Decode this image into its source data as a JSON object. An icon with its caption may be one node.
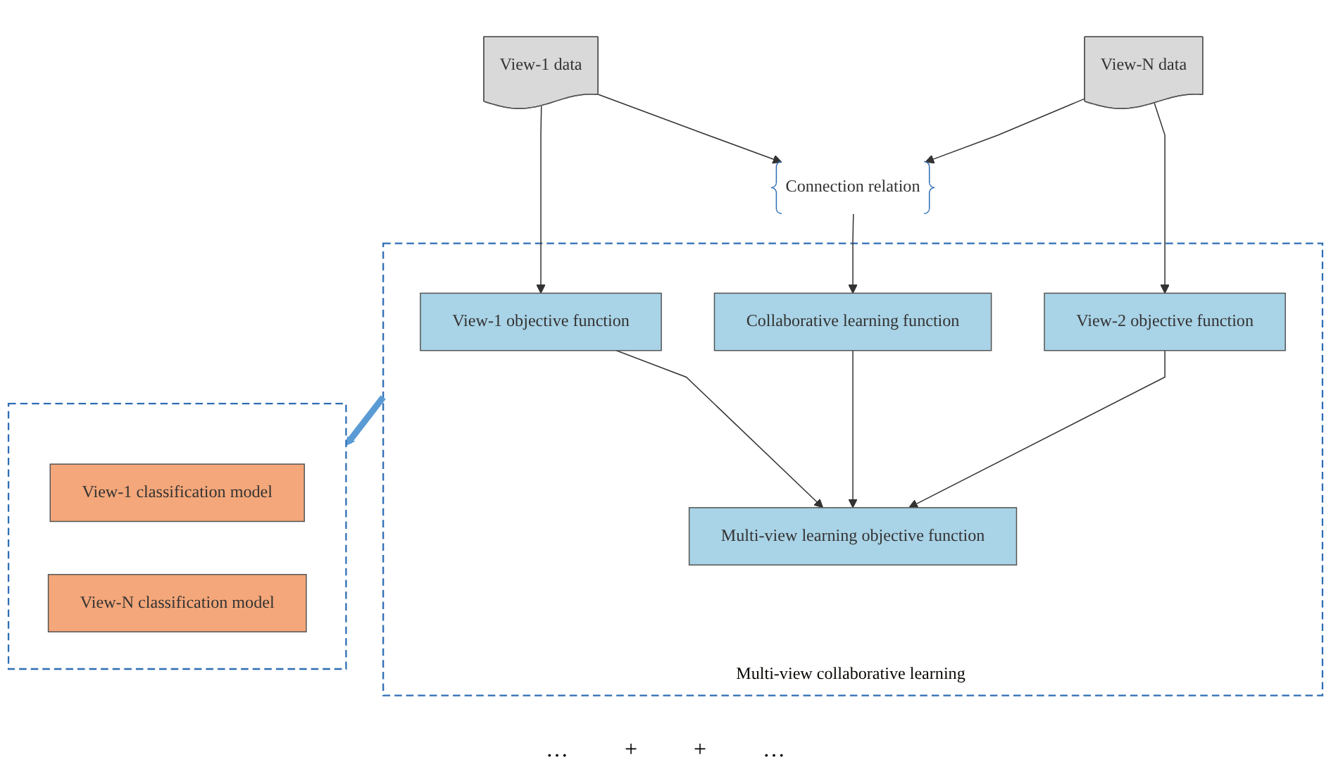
{
  "diagram": {
    "nodes": [
      {
        "text": [
          "View-1 data"
        ]
      },
      {
        "text": [
          "View-N data"
        ]
      },
      {
        "text": [
          "Connection relation"
        ]
      },
      {
        "text": [
          "Multi-view collaborative learning"
        ]
      },
      {
        "text": [
          "View-1 objective function"
        ],
        "in": 3
      },
      {
        "text": [
          "Collaborative learning function"
        ],
        "in": 3
      },
      {
        "text": [
          "View-2 objective function"
        ],
        "in": 3
      },
      {
        "text": [
          "Multi-view learning objective function"
        ],
        "in": 3
      },
      {
        "text": [],
        "shape": "box"
      },
      {
        "text": [
          "View-1 classification model"
        ],
        "in": 8
      },
      {
        "text": [
          "View-N classification model"
        ],
        "in": 8
      }
    ],
    "edges": [
      {
        "from": 0,
        "to": 4,
        "arrow": "to"
      },
      {
        "from": 0,
        "to": 2,
        "arrow": "to"
      },
      {
        "from": 1,
        "to": 2,
        "arrow": "to"
      },
      {
        "from": 1,
        "to": 6,
        "arrow": "to"
      },
      {
        "from": 2,
        "to": 5,
        "arrow": "to"
      },
      {
        "from": 4,
        "to": 7,
        "arrow": "to"
      },
      {
        "from": 5,
        "to": 7,
        "arrow": "to"
      },
      {
        "from": 6,
        "to": 7,
        "arrow": "to"
      },
      {
        "from": 3,
        "to": 8,
        "arrow": "to",
        "style": "thick",
        "color": "#5b9bd5"
      }
    ],
    "labels": [
      "…",
      "+",
      "+",
      "…"
    ]
  }
}
